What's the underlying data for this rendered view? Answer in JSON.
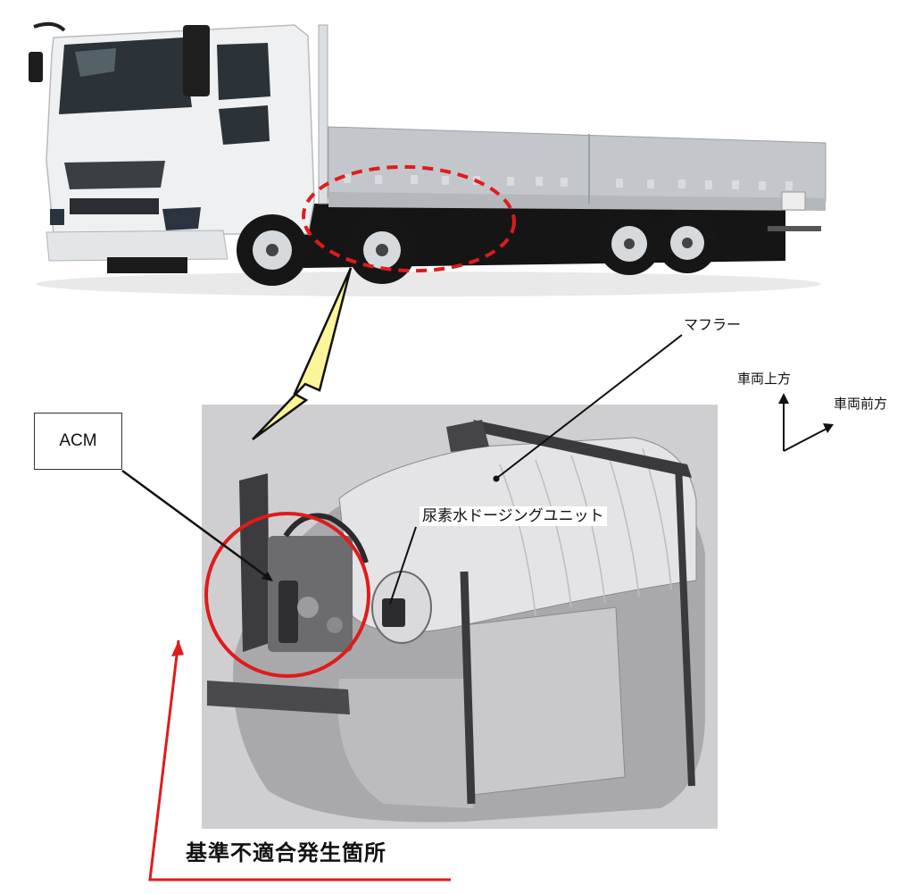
{
  "figure": {
    "title": "Recall location diagram: truck and muffler unit",
    "colors": {
      "highlight_red": "#e01b1b",
      "arrow_yellow": "#fbf59a",
      "panel_grey": "#cfcfd1",
      "line_black": "#111111"
    }
  },
  "truck_photo": {
    "description": "Mitsubishi Fuso heavy-duty flatbed truck, front-left three-quarter view",
    "highlight": "red dashed ellipse around muffler area behind front axles"
  },
  "labels": {
    "acm": "ACM",
    "muffler": "マフラー",
    "urea_dosing_unit": "尿素水ドージングユニット",
    "vehicle_up": "車両上方",
    "vehicle_front": "車両前方",
    "defect_location": "基準不適合発生箇所"
  },
  "component_render": {
    "description": "3D render of muffler / aftertreatment unit with ACM and urea water dosing unit",
    "highlight": "red circle around ACM area"
  }
}
